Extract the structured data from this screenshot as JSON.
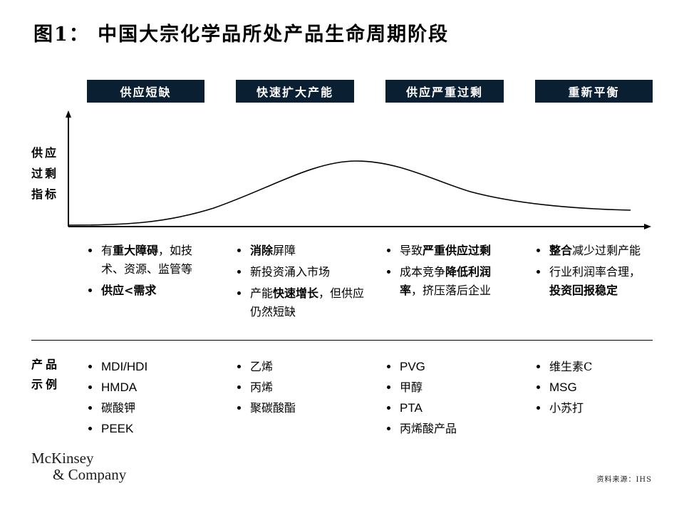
{
  "title": "图1： 中国大宗化学品所处产品生命周期阶段",
  "stages": [
    "供应短缺",
    "快速扩大产能",
    "供应严重过剩",
    "重新平衡"
  ],
  "y_axis_label": [
    "供应",
    "过剩",
    "指标"
  ],
  "descriptions": [
    [
      [
        {
          "t": "有",
          "b": false
        },
        {
          "t": "重大障碍",
          "b": true
        },
        {
          "t": "，如技术、资源、监管等",
          "b": false
        }
      ],
      [
        {
          "t": "供应<需求",
          "b": true
        }
      ]
    ],
    [
      [
        {
          "t": "消除",
          "b": true
        },
        {
          "t": "屏障",
          "b": false
        }
      ],
      [
        {
          "t": "新投资涌入市场",
          "b": false
        }
      ],
      [
        {
          "t": "产能",
          "b": false
        },
        {
          "t": "快速增长",
          "b": true
        },
        {
          "t": "，但供应仍然短缺",
          "b": false
        }
      ]
    ],
    [
      [
        {
          "t": "导致",
          "b": false
        },
        {
          "t": "严重供应过剩",
          "b": true
        }
      ],
      [
        {
          "t": "成本竞争",
          "b": false
        },
        {
          "t": "降低利润率",
          "b": true
        },
        {
          "t": "，挤压落后企业",
          "b": false
        }
      ]
    ],
    [
      [
        {
          "t": "整合",
          "b": true
        },
        {
          "t": "减少过剩产能",
          "b": false
        }
      ],
      [
        {
          "t": "行业利润率合理，",
          "b": false
        },
        {
          "t": "投资回报稳定",
          "b": true
        }
      ]
    ]
  ],
  "examples_label": [
    "产品",
    "示例"
  ],
  "examples": [
    [
      "MDI/HDI",
      "HMDA",
      "碳酸钾",
      "PEEK"
    ],
    [
      "乙烯",
      "丙烯",
      "聚碳酸酯"
    ],
    [
      "PVG",
      "甲醇",
      "PTA",
      "丙烯酸产品"
    ],
    [
      "维生素C",
      "MSG",
      "小苏打"
    ]
  ],
  "logo": [
    "McKinsey",
    "& Company"
  ],
  "source": "资料来源：IHS",
  "colors": {
    "stage_bg": "#0b1f33",
    "stage_text": "#ffffff",
    "curve": "#000000"
  }
}
